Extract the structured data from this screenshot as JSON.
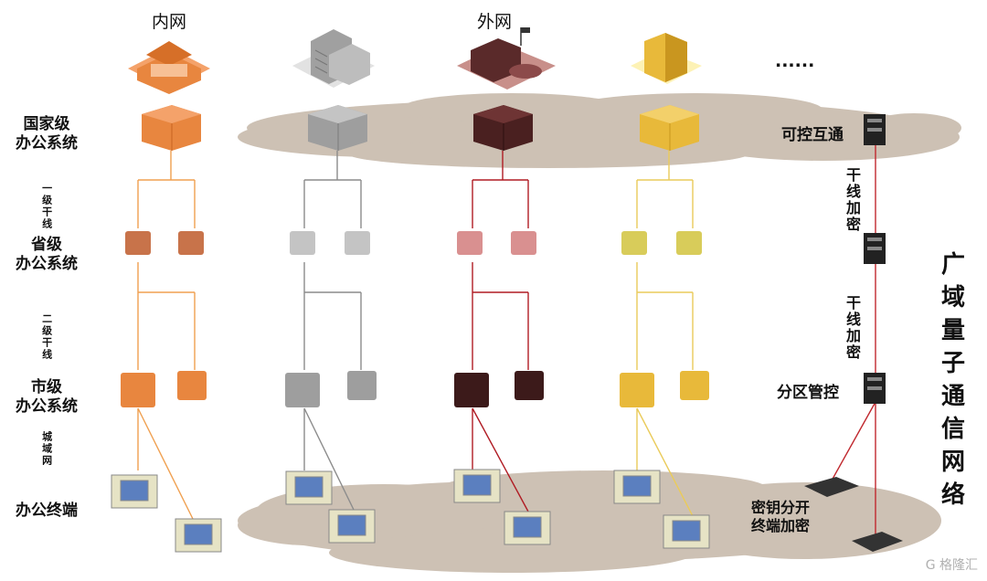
{
  "headers": [
    "内网",
    "外网"
  ],
  "ellipsis": "......",
  "levels": {
    "national": "国家级\n办公系统",
    "trunk1": "一级干线",
    "provincial": "省级\n办公系统",
    "trunk2": "二级干线",
    "city": "市级\n办公系统",
    "metro": "城域网",
    "terminal": "办公终端"
  },
  "right": {
    "controllable": "可控互通",
    "trunk_encrypt_1": "干线加密",
    "trunk_encrypt_2": "干线加密",
    "partition": "分区管控",
    "key_terminal": "密钥分开\n终端加密"
  },
  "side_title": "广域量子通信网络",
  "watermark": "G 格隆汇",
  "colors": {
    "orange": "#e8863f",
    "gray": "#9e9e9e",
    "maroon": "#5a2a2a",
    "gold": "#e8b93a",
    "cloud": "#c9bcae",
    "red_line": "#c0282e"
  }
}
